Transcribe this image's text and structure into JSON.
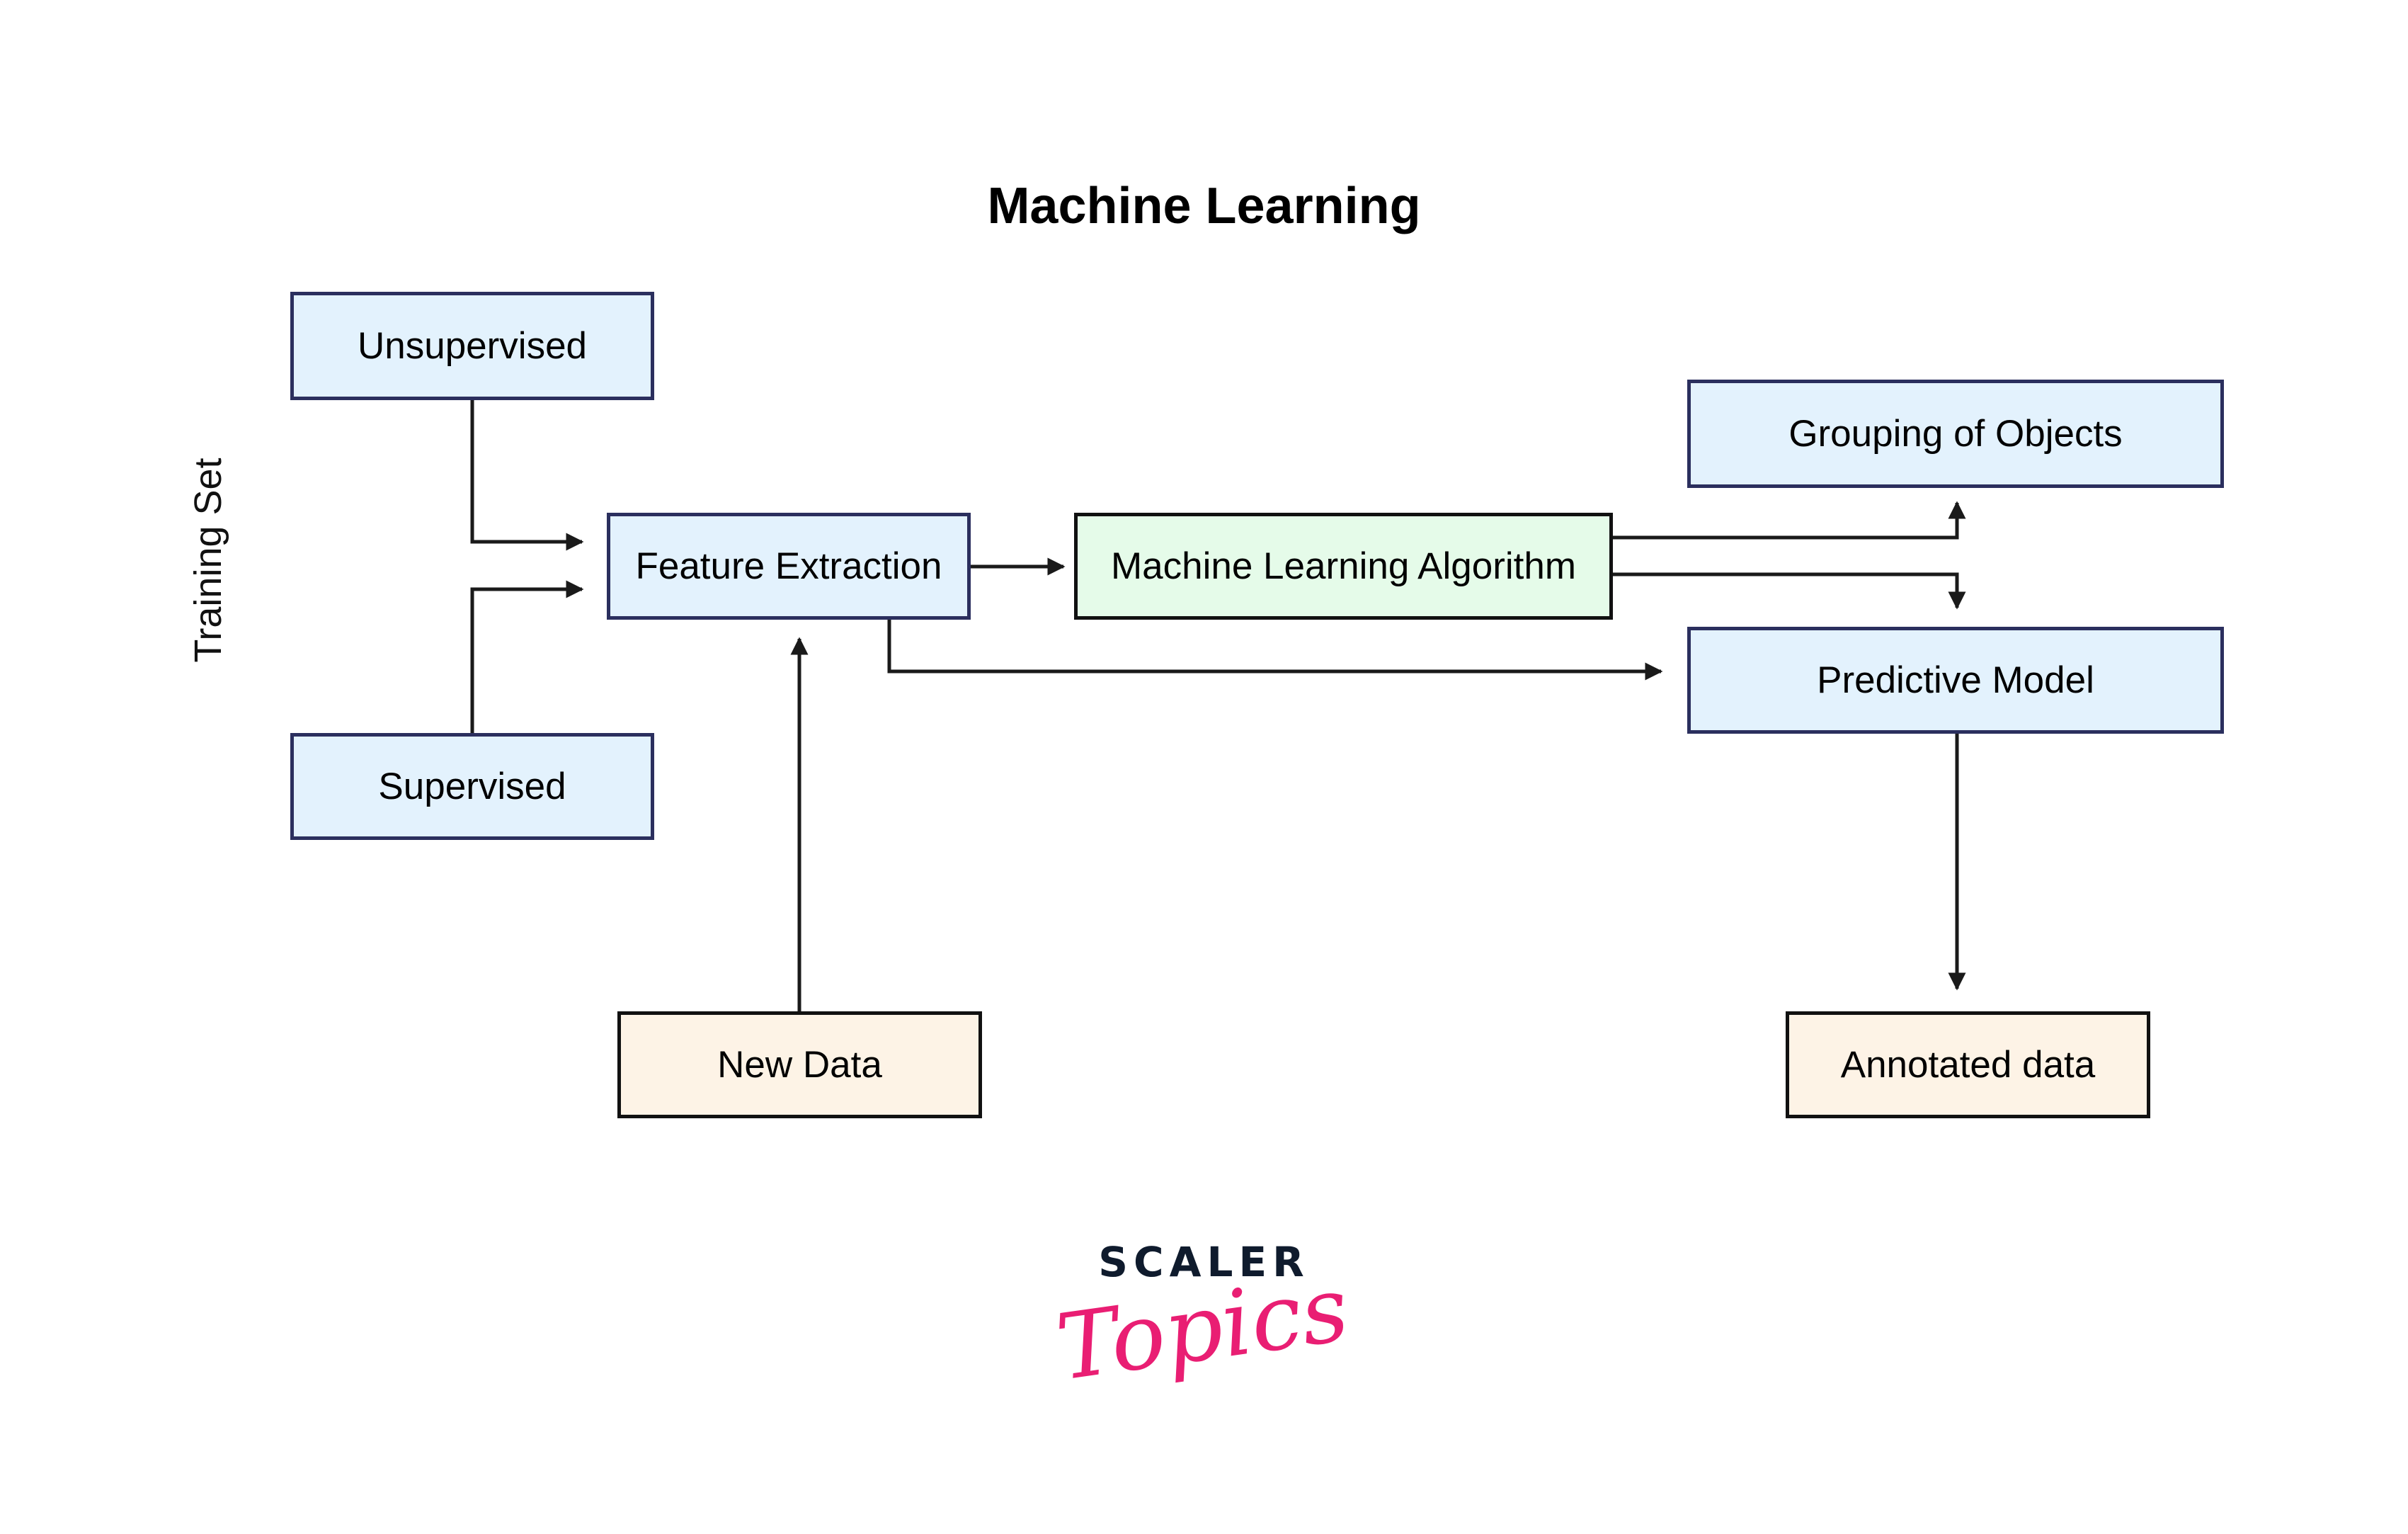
{
  "diagram": {
    "title": "Machine Learning",
    "side_label": "Training Set",
    "nodes": {
      "unsupervised": "Unsupervised",
      "supervised": "Supervised",
      "feature_extraction": "Feature Extraction",
      "ml_algorithm": "Machine Learning Algorithm",
      "grouping_of_objects": "Grouping of Objects",
      "predictive_model": "Predictive Model",
      "new_data": "New Data",
      "annotated_data": "Annotated data"
    },
    "edges": [
      {
        "from": "Unsupervised",
        "to": "Feature Extraction"
      },
      {
        "from": "Supervised",
        "to": "Feature Extraction"
      },
      {
        "from": "Feature Extraction",
        "to": "Machine Learning Algorithm"
      },
      {
        "from": "Feature Extraction",
        "to": "Predictive Model"
      },
      {
        "from": "New Data",
        "to": "Feature Extraction"
      },
      {
        "from": "Machine Learning Algorithm",
        "to": "Grouping of Objects"
      },
      {
        "from": "Machine Learning Algorithm",
        "to": "Predictive Model"
      },
      {
        "from": "Predictive Model",
        "to": "Annotated data"
      }
    ],
    "colors": {
      "blue_fill": "#e3f2fd",
      "green_fill": "#e5fbe9",
      "cream_fill": "#fdf3e6",
      "blue_border": "#2b2f5e",
      "arrow": "#1a1a1a"
    }
  },
  "logo": {
    "brand": "SCALER",
    "script": "Topics",
    "brand_color": "#0f1b2d",
    "script_color": "#e91e73"
  }
}
